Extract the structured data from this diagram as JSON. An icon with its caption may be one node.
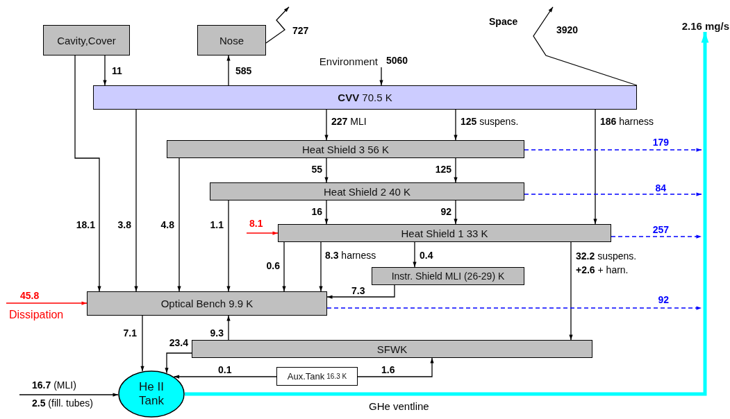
{
  "diagram": {
    "nodes": [
      {
        "text": [
          "Cavity,Cover"
        ]
      },
      {
        "text": [
          "Nose"
        ]
      },
      {
        "text": [
          "**CVV** 70.5 K"
        ]
      },
      {
        "text": [
          "Heat Shield 3 56 K"
        ]
      },
      {
        "text": [
          "Heat Shield 2 40 K"
        ]
      },
      {
        "text": [
          "Heat Shield 1 33 K"
        ]
      },
      {
        "text": [
          "Instr. Shield MLI (26-29) K"
        ]
      },
      {
        "text": [
          "Optical Bench 9.9 K"
        ]
      },
      {
        "text": [
          "SFWK"
        ]
      },
      {
        "text": [
          "Aux.Tank",
          "16.3 K"
        ]
      },
      {
        "text": [
          "He II Tank"
        ]
      },
      {
        "text": [
          "Environment"
        ]
      },
      {
        "text": [
          "2.16 mg/s"
        ]
      }
    ],
    "edges": [
      {
        "from": 0,
        "to": 2,
        "arrow": "to",
        "label": "11"
      },
      {
        "from": 2,
        "to": 1,
        "arrow": "to",
        "label": "585"
      },
      {
        "from": 11,
        "to": 2,
        "arrow": "to",
        "label": "5060"
      },
      {
        "from": 1,
        "to": null,
        "arrow": "to",
        "label": "727"
      },
      {
        "from": 2,
        "to": null,
        "arrow": "to",
        "label": "3920"
      },
      {
        "from": 2,
        "to": 3,
        "arrow": "to",
        "label": "**227** MLI"
      },
      {
        "from": 2,
        "to": 3,
        "arrow": "to",
        "label": "**125** suspens."
      },
      {
        "from": 2,
        "to": 5,
        "arrow": "to",
        "label": "**186** harness"
      },
      {
        "from": 3,
        "to": 4,
        "arrow": "to",
        "label": "55"
      },
      {
        "from": 3,
        "to": 4,
        "arrow": "to",
        "label": "125"
      },
      {
        "from": 4,
        "to": 5,
        "arrow": "to",
        "label": "16"
      },
      {
        "from": 4,
        "to": 5,
        "arrow": "to",
        "label": "92"
      },
      {
        "from": 0,
        "to": 7,
        "arrow": "to",
        "label": "18.1"
      },
      {
        "from": 2,
        "to": 7,
        "arrow": "to",
        "label": "3.8"
      },
      {
        "from": 3,
        "to": 7,
        "arrow": "to",
        "label": "4.8"
      },
      {
        "from": 4,
        "to": 7,
        "arrow": "to",
        "label": "1.1"
      },
      {
        "from": null,
        "to": 5,
        "arrow": "to",
        "label": "8.1",
        "color": "#ff0000"
      },
      {
        "from": 5,
        "to": 7,
        "arrow": "to",
        "label": "0.6"
      },
      {
        "from": 5,
        "to": 7,
        "arrow": "to",
        "label": "**8.3** harness"
      },
      {
        "from": 5,
        "to": 6,
        "arrow": "to",
        "label": "0.4"
      },
      {
        "from": 6,
        "to": 7,
        "arrow": "to",
        "label": "7.3"
      },
      {
        "from": 5,
        "to": 8,
        "arrow": "to",
        "label": "**32.2** suspens. **+2.6** + harn."
      },
      {
        "from": null,
        "to": 7,
        "arrow": "to",
        "label": "45.8",
        "color": "#ff0000"
      },
      {
        "from": 7,
        "to": 10,
        "arrow": "to",
        "label": "7.1"
      },
      {
        "from": 8,
        "to": 7,
        "arrow": "to",
        "label": "9.3"
      },
      {
        "from": 8,
        "to": 10,
        "arrow": "to",
        "label": "23.4"
      },
      {
        "from": 9,
        "to": 10,
        "arrow": "to",
        "label": "0.1"
      },
      {
        "from": 9,
        "to": 8,
        "arrow": "to",
        "label": "1.6"
      },
      {
        "from": null,
        "to": 10,
        "arrow": "to",
        "label": "**16.7** (MLI)"
      },
      {
        "from": 10,
        "to": 12,
        "arrow": "to",
        "label": "GHe ventline",
        "style": "thick",
        "color": "#00ffff"
      },
      {
        "from": 3,
        "to": null,
        "arrow": "to",
        "label": "179",
        "style": "dashed",
        "color": "#0000ff"
      },
      {
        "from": 4,
        "to": null,
        "arrow": "to",
        "label": "84",
        "style": "dashed",
        "color": "#0000ff"
      },
      {
        "from": 5,
        "to": null,
        "arrow": "to",
        "label": "257",
        "style": "dashed",
        "color": "#0000ff"
      },
      {
        "from": 7,
        "to": null,
        "arrow": "to",
        "label": "92",
        "style": "dashed",
        "color": "#0000ff"
      }
    ],
    "labels": [
      "Space",
      "Dissipation",
      "**2.5** (fill. tubes)"
    ]
  }
}
